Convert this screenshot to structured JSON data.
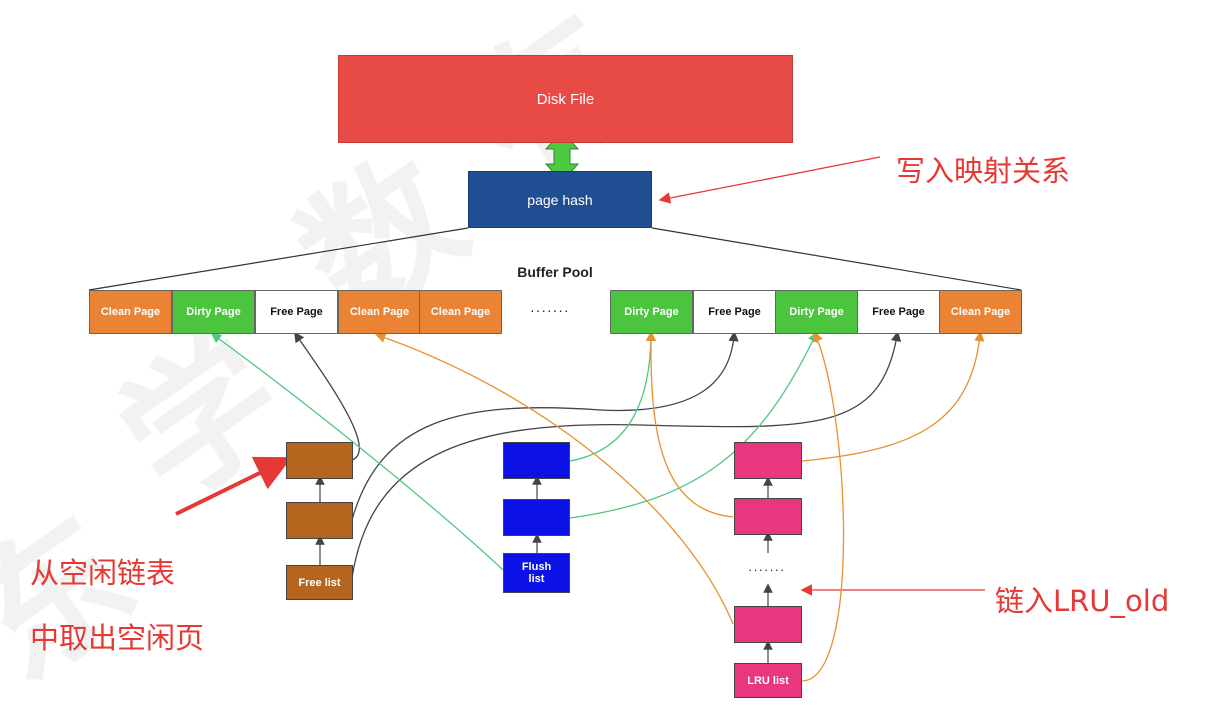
{
  "disk": {
    "label": "Disk File"
  },
  "hash": {
    "label": "page hash"
  },
  "pool": {
    "title": "Buffer Pool",
    "ellipsis": "·······",
    "pages": [
      "Clean Page",
      "Dirty Page",
      "Free Page",
      "Clean Page",
      "Clean Page",
      "Dirty Page",
      "Free Page",
      "Dirty Page",
      "Free Page",
      "Clean Page"
    ]
  },
  "lists": {
    "free_label": "Free list",
    "flush_label": "Flush\nlist",
    "lru_label": "LRU list",
    "lru_ellipsis": "·······"
  },
  "annotations": {
    "hash_note": "写入映射关系",
    "free_note_1": "从空闲链表",
    "free_note_2": "中取出空闲页",
    "lru_note": "链入LRU_old"
  },
  "colors": {
    "disk": "#e84a45",
    "hash": "#1f4e92",
    "clean": "#ea8434",
    "dirty": "#4cc53e",
    "free_list": "#b5651d",
    "flush_list": "#0c12e6",
    "lru_list": "#e8367f",
    "annotation": "#e53935"
  }
}
